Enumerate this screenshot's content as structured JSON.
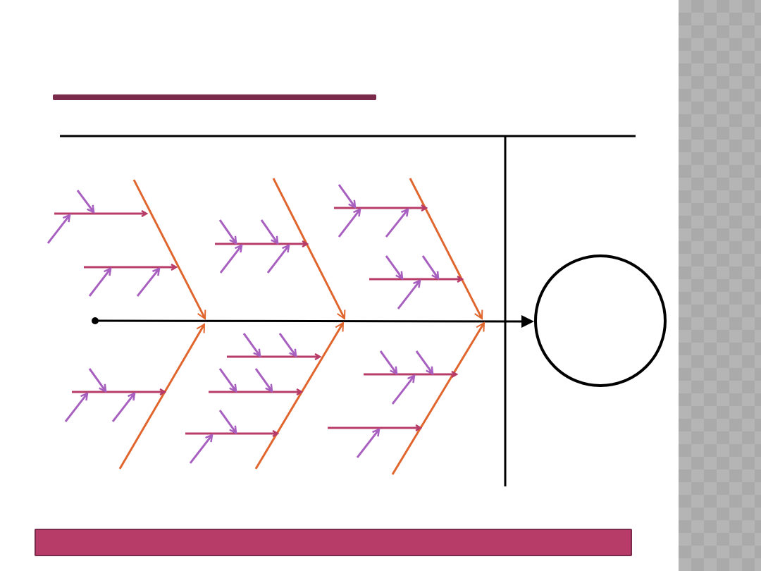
{
  "colors": {
    "title_bar": "#7a2a4a",
    "footer_bar": "#b83c68",
    "spine": "#000000",
    "main_bones": "#e0662e",
    "sub_bones": "#b83c68",
    "minor_causes": "#a860c0",
    "side_pattern": "#b5b5b5"
  },
  "diagram": {
    "type": "fishbone",
    "main_bone_count": 6,
    "sub_bone_count": 11,
    "effect_shape": "circle"
  }
}
